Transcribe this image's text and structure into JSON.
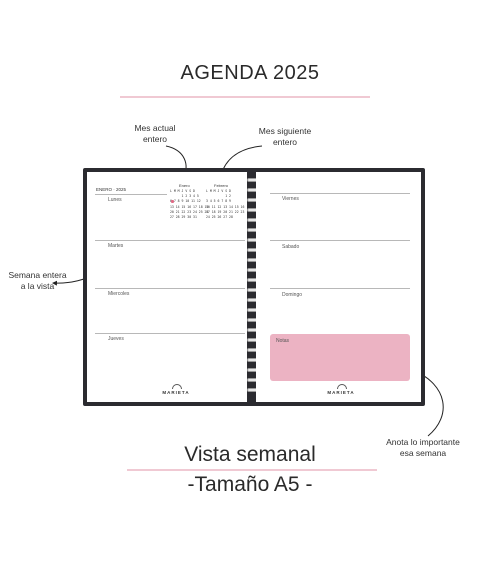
{
  "header": {
    "title": "AGENDA 2025"
  },
  "annotations": {
    "current_month": [
      "Mes actual",
      "entero"
    ],
    "next_month": [
      "Mes siguiente",
      "entero"
    ],
    "full_week": [
      "Semana entera",
      "a la vista"
    ],
    "notes_hint": [
      "Anota lo importante",
      "esa semana"
    ]
  },
  "planner": {
    "month_label": "ENERO · 2025",
    "left_days": [
      "Lunes",
      "Martes",
      "Miercoles",
      "Jueves"
    ],
    "right_days": [
      "Viernes",
      "Sabado",
      "Domingo"
    ],
    "notes_label": "Notas",
    "brand": "MARIETA",
    "calendar_current": {
      "name": "Enero",
      "grid": "L M M J V S D\n      1 2 3 4 5\n6 7 8 9 10 11 12\n13 14 15 16 17 18 19\n20 21 22 23 24 25 26\n27 28 29 30 31"
    },
    "calendar_next": {
      "name": "Febrero",
      "grid": "L M M J V S D\n          1 2\n3 4 5 6 7 8 9\n10 11 12 13 14 15 16\n17 18 19 20 21 22 23\n24 25 26 27 28"
    }
  },
  "footer": {
    "line1": "Vista semanal",
    "line2": "-Tamaño A5 -"
  },
  "colors": {
    "accent_pink": "#ecb3c3",
    "cover": "#2b2b30"
  }
}
